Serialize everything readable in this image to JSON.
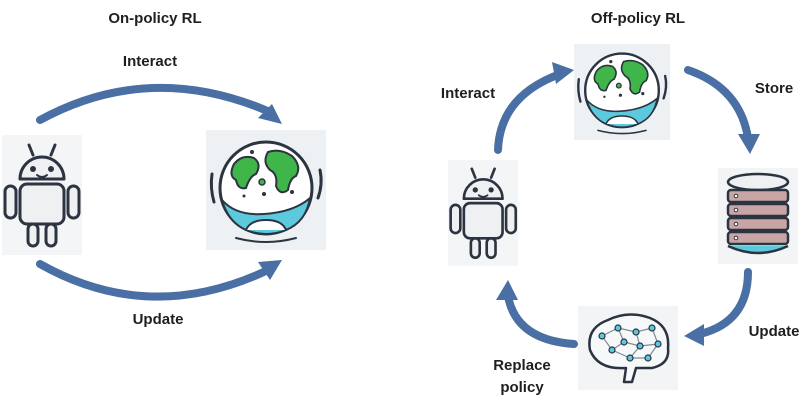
{
  "left_panel": {
    "title": "On-policy RL",
    "interact_label": "Interact",
    "update_label": "Update"
  },
  "right_panel": {
    "title": "Off-policy RL",
    "interact_label": "Interact",
    "store_label": "Store",
    "update_label": "Update",
    "replace_label_line1": "Replace",
    "replace_label_line2": "policy"
  },
  "icons": {
    "agent": "android-robot-icon",
    "environment": "earth-globe-icon",
    "buffer": "database-icon",
    "policy": "neural-network-brain-icon"
  },
  "colors": {
    "arrow": "#4a6fa5",
    "arrow_dark": "#3b5d8c",
    "ocean": "#5cc9dd",
    "land": "#3fb54a",
    "outline": "#2b3440",
    "robot_fill": "#eef0f2",
    "db_band": "#c9a6a6"
  }
}
